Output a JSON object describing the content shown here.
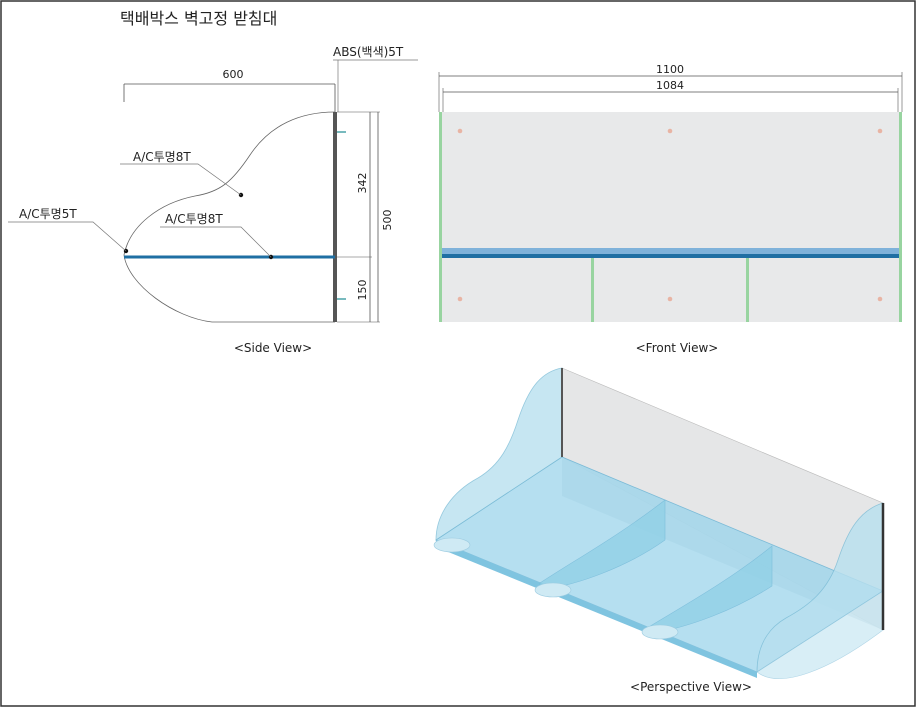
{
  "title": "택배박스 벽고정 받침대",
  "side_view": {
    "caption": "<Side View>",
    "dim_width": "600",
    "dim_upper": "342",
    "dim_lower": "150",
    "dim_total": "500",
    "label_abs": "ABS(백색)5T",
    "label_side_plate": "A/C투명8T",
    "label_front_edge": "A/C투명5T",
    "label_shelf": "A/C투명8T"
  },
  "front_view": {
    "caption": "<Front View>",
    "dim_outer": "1100",
    "dim_inner": "1084"
  },
  "perspective_view": {
    "caption": "<Perspective View>"
  },
  "colors": {
    "shelf_blue": "#1f6fa3",
    "divider_green": "#98d4a0",
    "acrylic": "#a8d8ec",
    "back_panel": "#e8e9ea",
    "screw": "#e8b4a4"
  }
}
